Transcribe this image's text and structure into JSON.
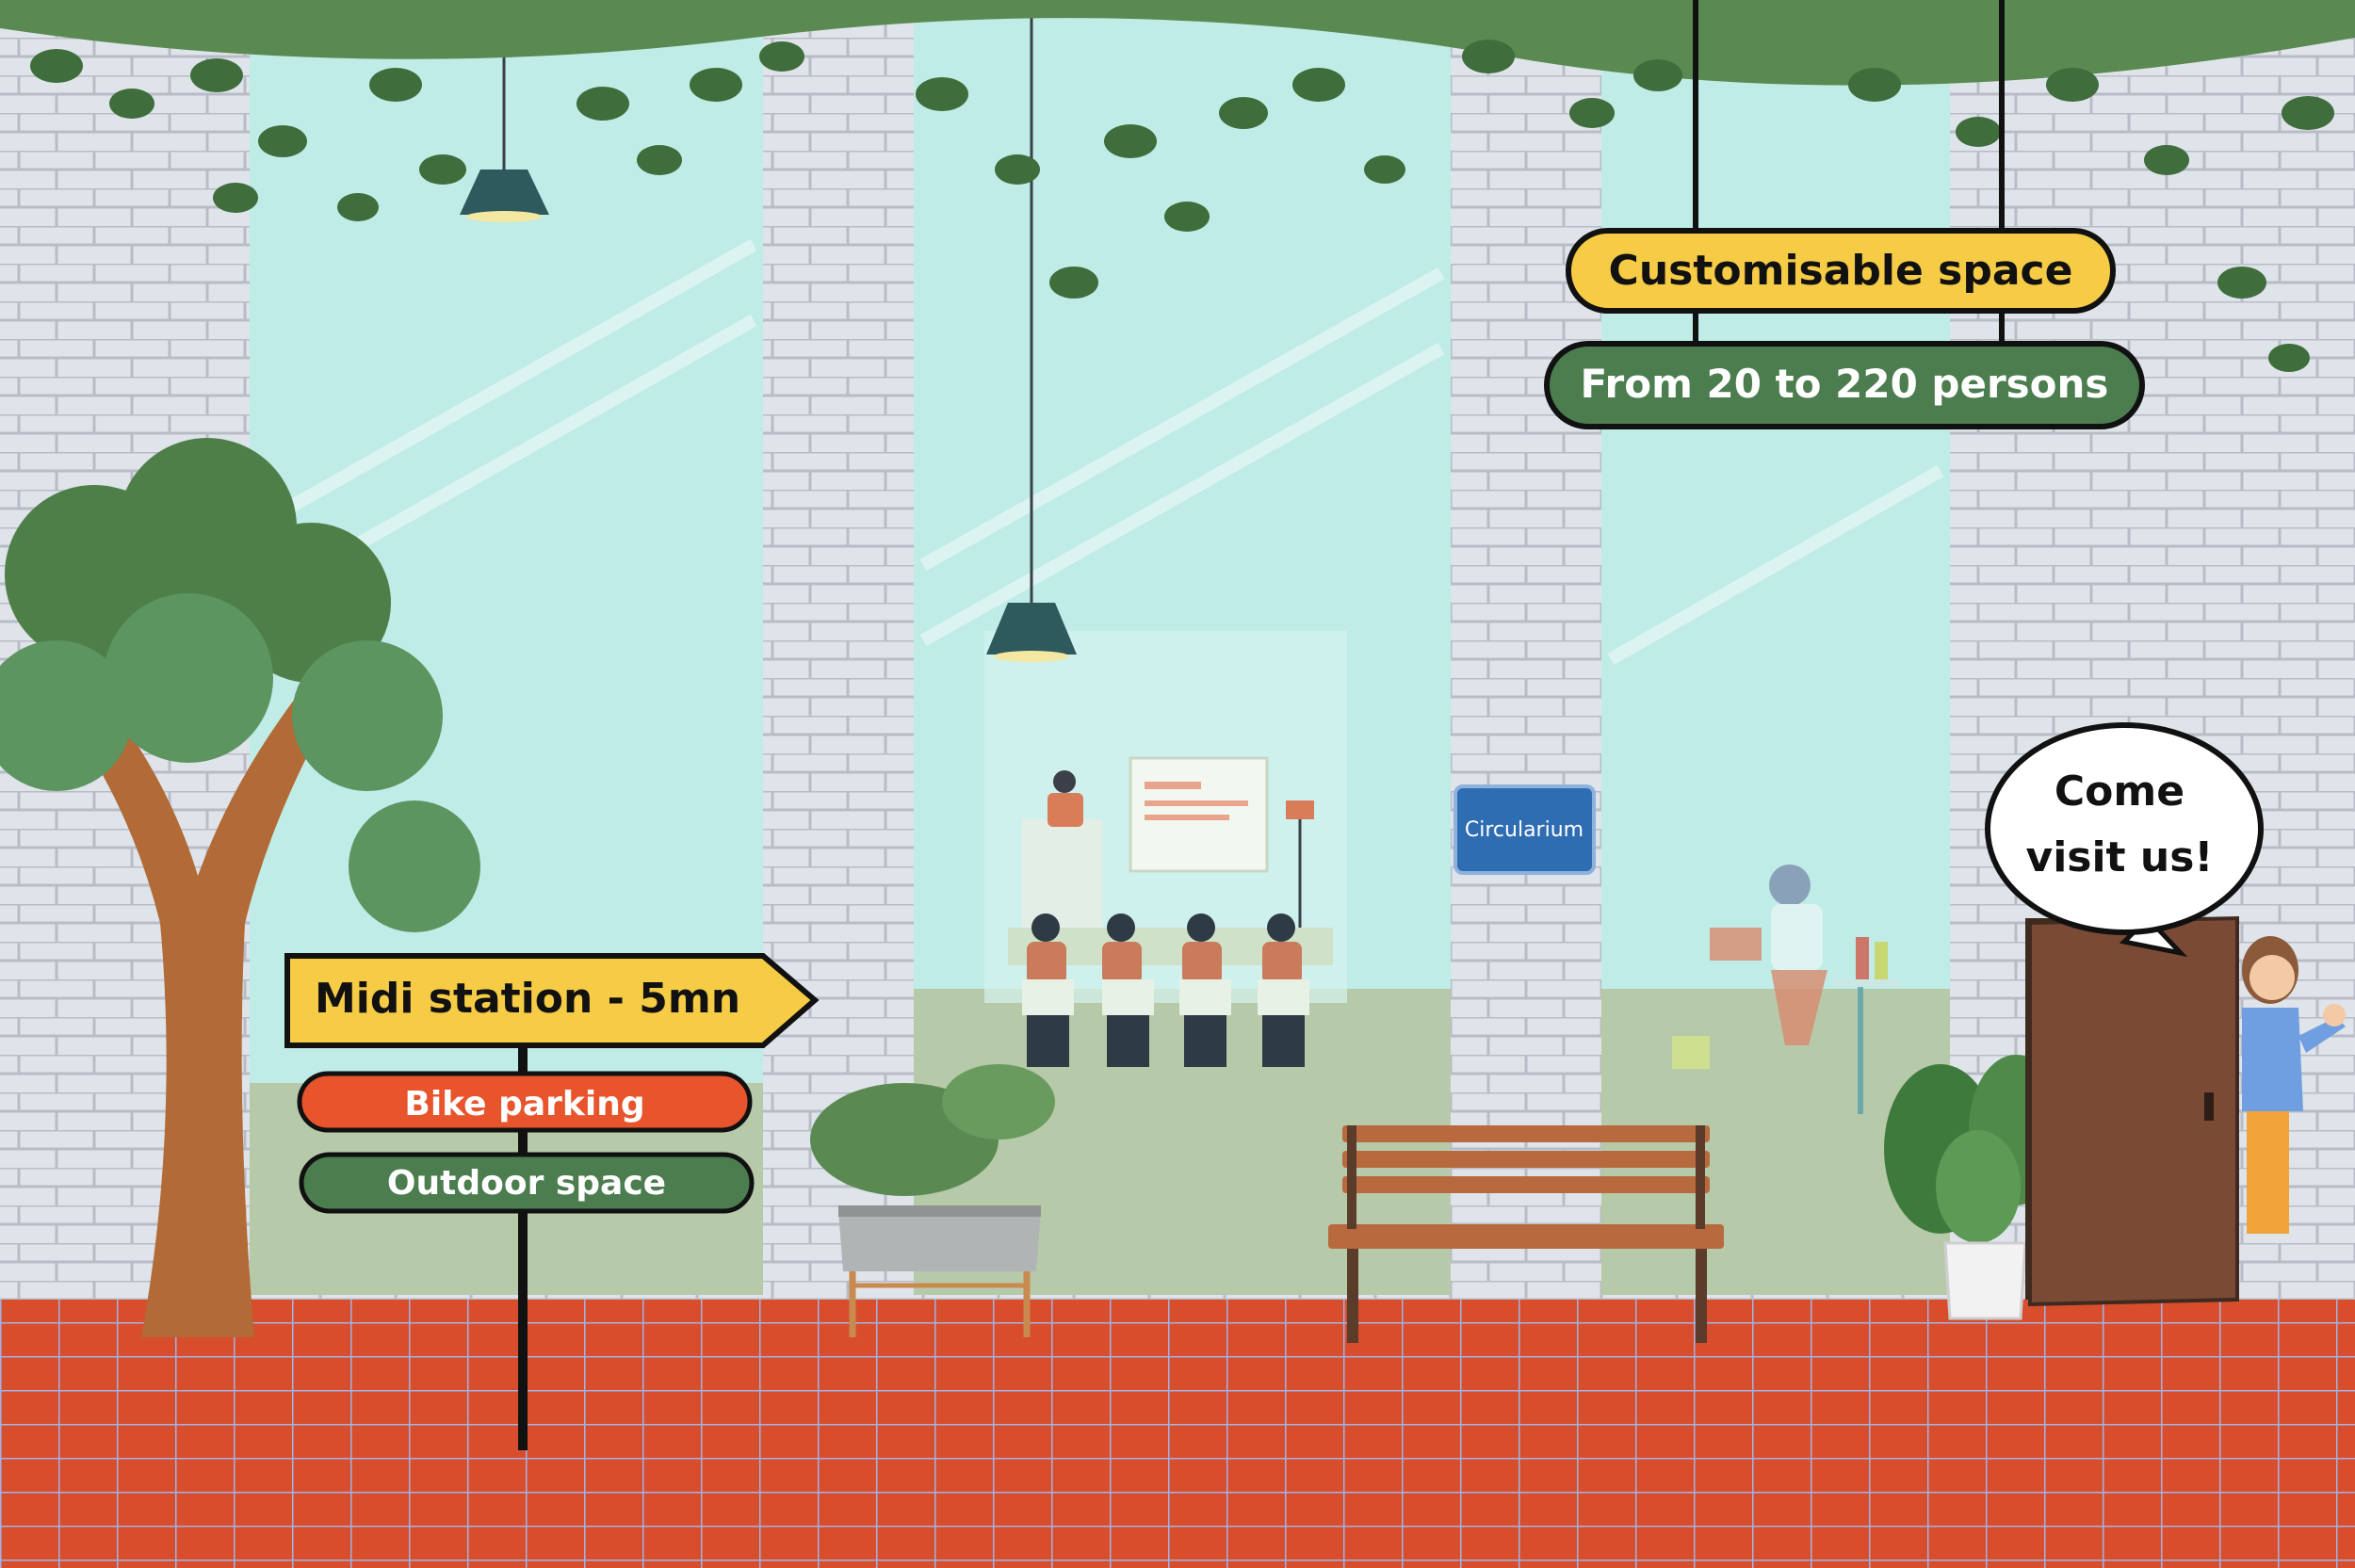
{
  "signpost": {
    "main": "Midi station - 5mn",
    "bike": "Bike parking",
    "outdoor": "Outdoor space"
  },
  "hanging_sign": {
    "top": "Customisable space",
    "bottom": "From 20 to 220 persons"
  },
  "plaque": {
    "text": "Circularium"
  },
  "speech_bubble": {
    "line1": "Come",
    "line2": "visit us!"
  },
  "colors": {
    "sign_yellow": "#f6cb45",
    "sign_orange": "#e8542c",
    "sign_green": "#4c7d4f",
    "floor": "#d84d2b",
    "floor_grid": "#9fb4e6",
    "glass": "#bfece6",
    "inner_floor": "#b6c9a9",
    "leaf": "#4f7f49",
    "plaque_blue": "#2f6db3",
    "door": "#7a4a35",
    "bench": "#b8693e"
  }
}
